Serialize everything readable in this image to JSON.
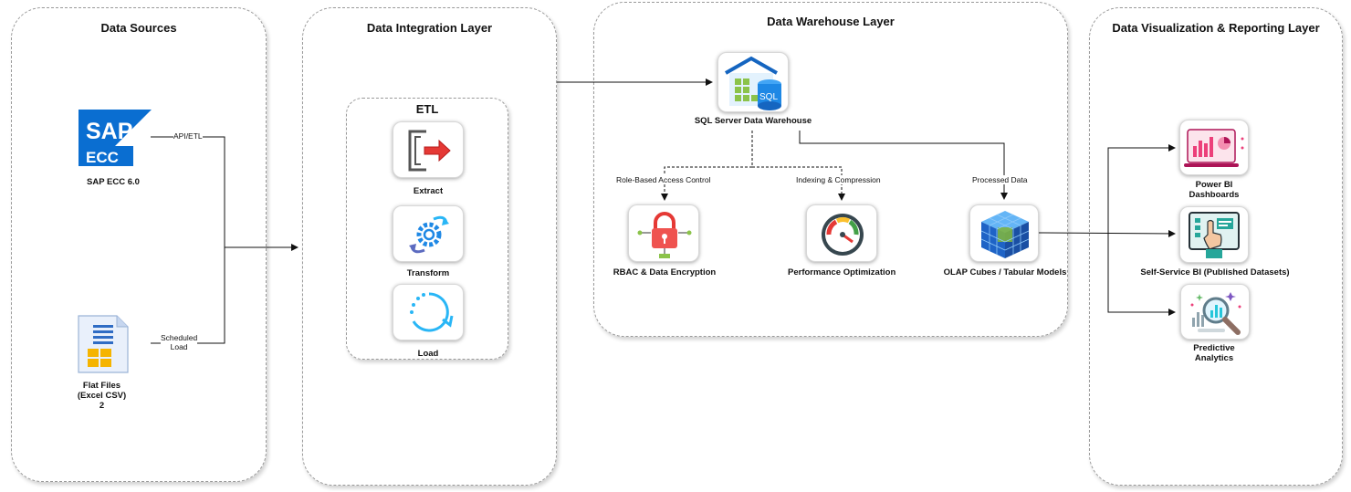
{
  "layers": [
    {
      "id": "sources",
      "title": "Data Sources"
    },
    {
      "id": "integration",
      "title": "Data Integration Layer"
    },
    {
      "id": "warehouse",
      "title": "Data Warehouse Layer"
    },
    {
      "id": "visualization",
      "title": "Data Visualization & Reporting Layer"
    }
  ],
  "nodes": {
    "sap": {
      "label_lines": [
        "SAP ECC 6.0"
      ],
      "logo_text": "SAP",
      "logo_sub": "ECC"
    },
    "flat_files": {
      "label_lines": [
        "Flat Files",
        "(Excel CSV)",
        "2"
      ]
    },
    "etl": {
      "title": "ETL"
    },
    "extract": {
      "label_lines": [
        "Extract"
      ]
    },
    "transform": {
      "label_lines": [
        "Transform"
      ]
    },
    "load": {
      "label_lines": [
        "Load"
      ]
    },
    "sql_dw": {
      "label_lines": [
        "SQL Server Data Warehouse"
      ],
      "badge": "SQL"
    },
    "rbac": {
      "label_lines": [
        "RBAC & Data Encryption"
      ]
    },
    "perf": {
      "label_lines": [
        "Performance Optimization"
      ]
    },
    "olap": {
      "label_lines": [
        "OLAP Cubes / Tabular Models"
      ]
    },
    "powerbi": {
      "label_lines": [
        "Power BI",
        "Dashboards"
      ]
    },
    "selfservice": {
      "label_lines": [
        "Self-Service BI (Published Datasets)"
      ]
    },
    "predictive": {
      "label_lines": [
        "Predictive",
        "Analytics"
      ]
    }
  },
  "edges": [
    {
      "from": "sap",
      "to": "integration",
      "label": "API/ETL"
    },
    {
      "from": "flat_files",
      "to": "integration",
      "label": "Scheduled Load"
    },
    {
      "from": "integration",
      "to": "sql_dw",
      "label": ""
    },
    {
      "from": "sql_dw",
      "to": "rbac",
      "label": "Role-Based Access Control",
      "style": "dashed"
    },
    {
      "from": "sql_dw",
      "to": "perf",
      "label": "Indexing & Compression",
      "style": "dashed"
    },
    {
      "from": "sql_dw",
      "to": "olap",
      "label": "Processed Data"
    },
    {
      "from": "olap",
      "to": "powerbi",
      "label": ""
    },
    {
      "from": "olap",
      "to": "selfservice",
      "label": ""
    },
    {
      "from": "olap",
      "to": "predictive",
      "label": ""
    }
  ],
  "edge_labels": {
    "api_etl": "API/ETL",
    "scheduled_1": "Scheduled",
    "scheduled_2": "Load",
    "rbac_ctrl": "Role-Based Access Control",
    "idx": "Indexing & Compression",
    "processed": "Processed Data"
  },
  "colors": {
    "sap_blue": "#0a6ed1",
    "border": "#9a9a9a",
    "olap_blue": "#1f6fd6",
    "red": "#e53935",
    "cyan": "#29b6f6"
  }
}
